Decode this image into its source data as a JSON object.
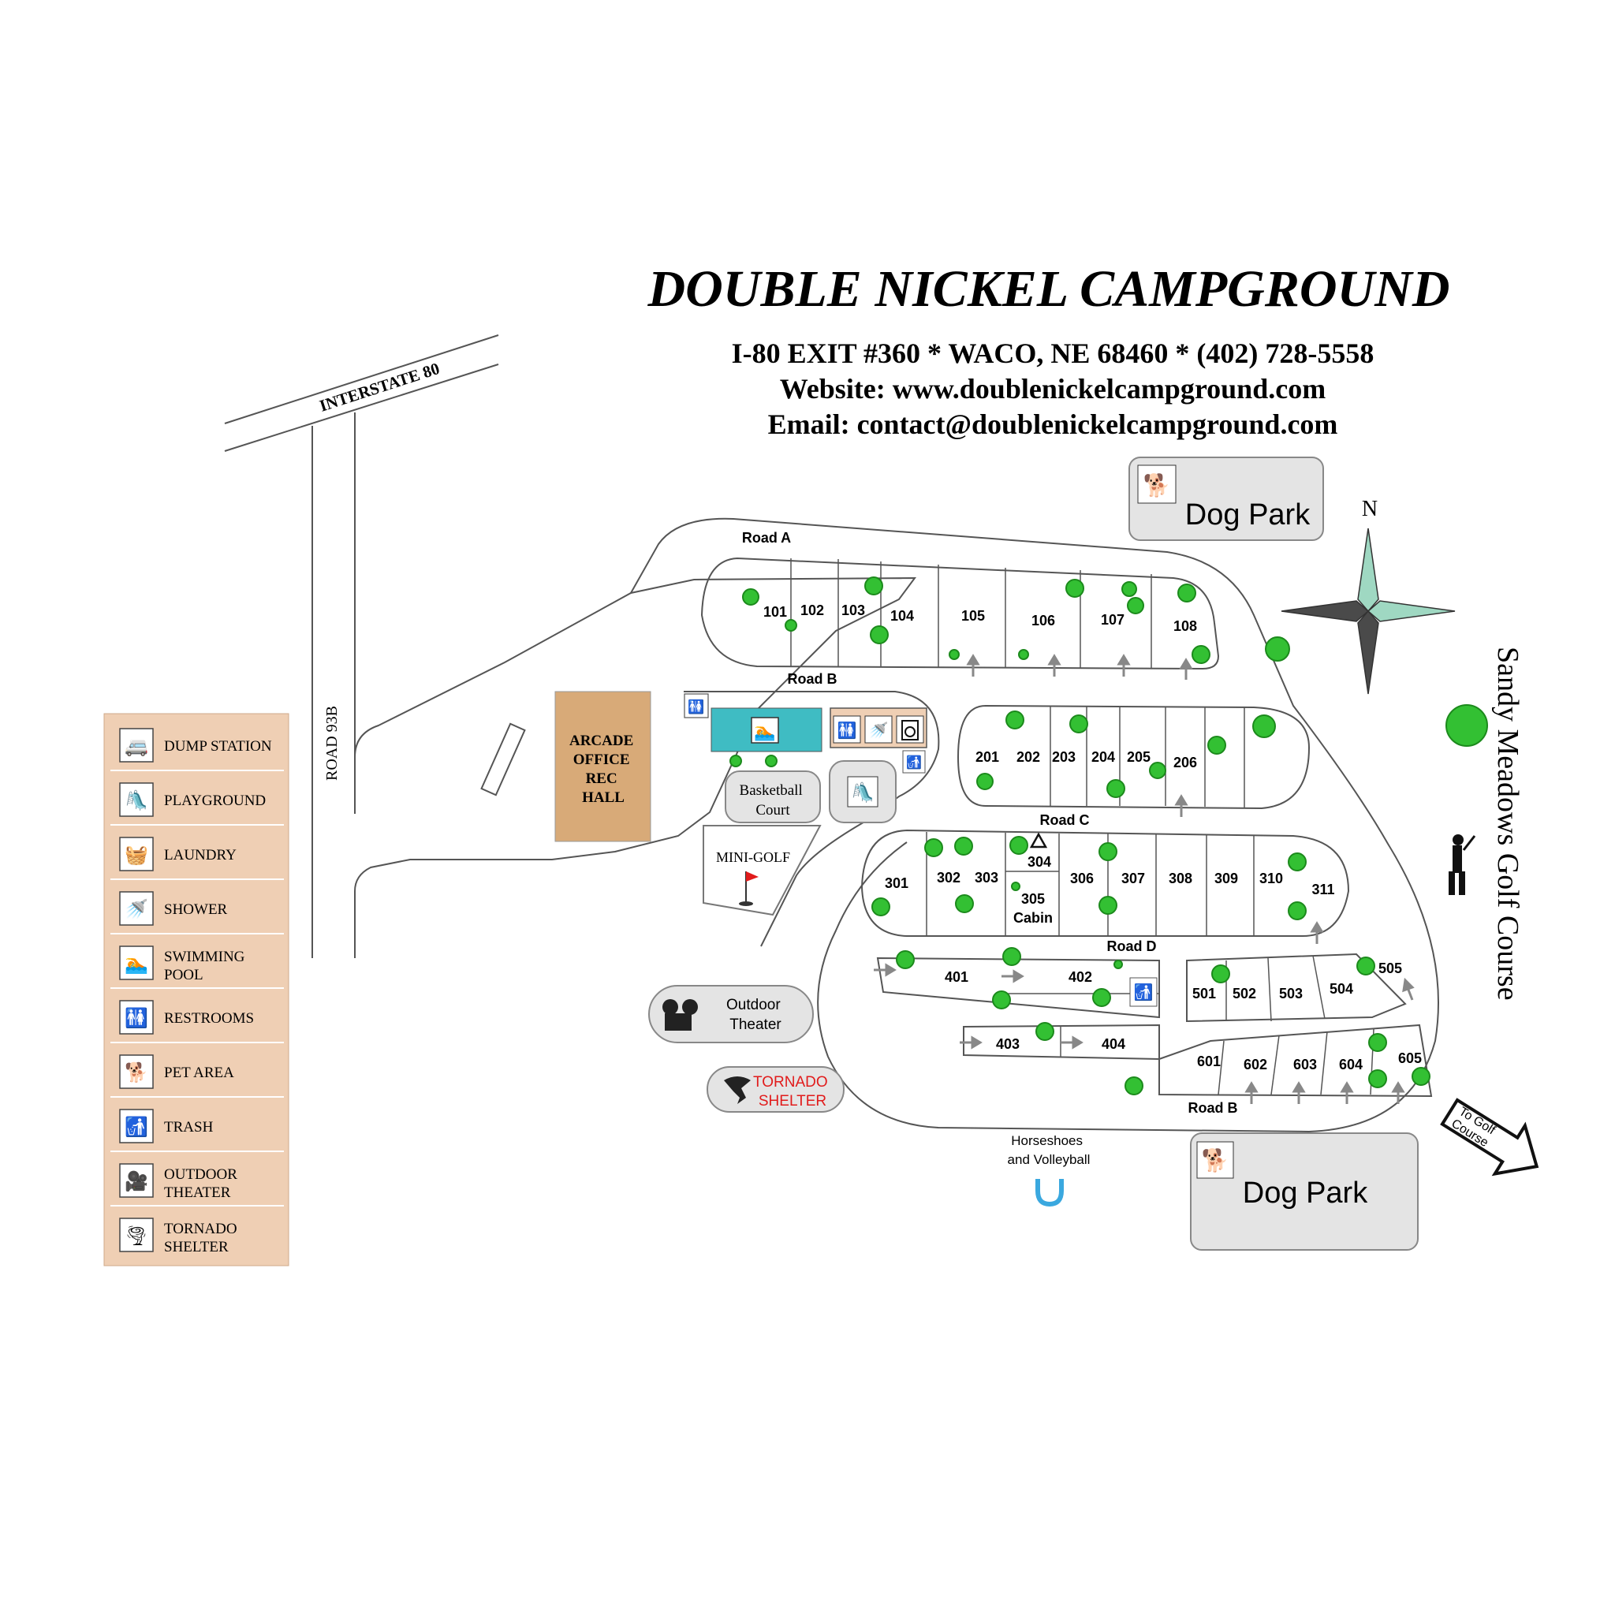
{
  "title": "DOUBLE NICKEL CAMPGROUND",
  "address_line": "I-80 EXIT #360 * WACO, NE 68460 * (402) 728-5558",
  "website_line": "Website: www.doublenickelcampground.com",
  "email_line": "Email: contact@doublenickelcampground.com",
  "roads": {
    "interstate": "INTERSTATE 80",
    "road93b": "ROAD 93B",
    "road_a": "Road A",
    "road_b": "Road B",
    "road_c": "Road C",
    "road_d": "Road D",
    "road_b_bottom": "Road B"
  },
  "compass_letter": "N",
  "buildings": {
    "arcade": [
      "ARCADE",
      "OFFICE",
      "REC",
      "HALL"
    ],
    "basketball": [
      "Basketball",
      "Court"
    ],
    "minigolf": "MINI-GOLF",
    "outdoor_theater": [
      "Outdoor",
      "Theater"
    ],
    "tornado_shelter": [
      "TORNADO",
      "SHELTER"
    ],
    "horseshoes": [
      "Horseshoes",
      "and Volleyball"
    ],
    "dog_park_top": "Dog Park",
    "dog_park_bottom": "Dog Park",
    "golf_course": "Sandy Meadows Golf Course",
    "to_golf": [
      "To Golf",
      "Course"
    ]
  },
  "sites": {
    "row100": [
      "101",
      "102",
      "103",
      "104",
      "105",
      "106",
      "107",
      "108"
    ],
    "row200": [
      "201",
      "202",
      "203",
      "204",
      "205",
      "206"
    ],
    "row300": [
      "301",
      "302",
      "303",
      "304",
      "306",
      "307",
      "308",
      "309",
      "310",
      "311"
    ],
    "cabin": [
      "305",
      "Cabin"
    ],
    "row400": [
      "401",
      "402",
      "403",
      "404"
    ],
    "row500": [
      "501",
      "502",
      "503",
      "504",
      "505"
    ],
    "row600": [
      "601",
      "602",
      "603",
      "604",
      "605"
    ]
  },
  "legend": [
    {
      "icon": "dump-station-icon",
      "label": [
        "DUMP STATION"
      ]
    },
    {
      "icon": "playground-icon",
      "label": [
        "PLAYGROUND"
      ]
    },
    {
      "icon": "laundry-icon",
      "label": [
        "LAUNDRY"
      ]
    },
    {
      "icon": "shower-icon",
      "label": [
        "SHOWER"
      ]
    },
    {
      "icon": "swimming-pool-icon",
      "label": [
        "SWIMMING",
        "POOL"
      ]
    },
    {
      "icon": "restrooms-icon",
      "label": [
        "RESTROOMS"
      ]
    },
    {
      "icon": "pet-area-icon",
      "label": [
        "PET AREA"
      ]
    },
    {
      "icon": "trash-icon",
      "label": [
        "TRASH"
      ]
    },
    {
      "icon": "outdoor-theater-icon",
      "label": [
        "OUTDOOR",
        "THEATER"
      ]
    },
    {
      "icon": "tornado-shelter-icon",
      "label": [
        "TORNADO",
        "SHELTER"
      ]
    }
  ],
  "colors": {
    "legend_bg": "#efcfb4",
    "building": "#d8aa78",
    "pool": "#3fbcc3",
    "tree": "#33c033",
    "facility_gray": "#e4e4e4",
    "road_line": "#555555",
    "tornado_red": "#e11b1b",
    "horseshoe_blue": "#3aa8df",
    "compass_light": "#9fd8c2",
    "compass_dark": "#4a4a4a"
  }
}
